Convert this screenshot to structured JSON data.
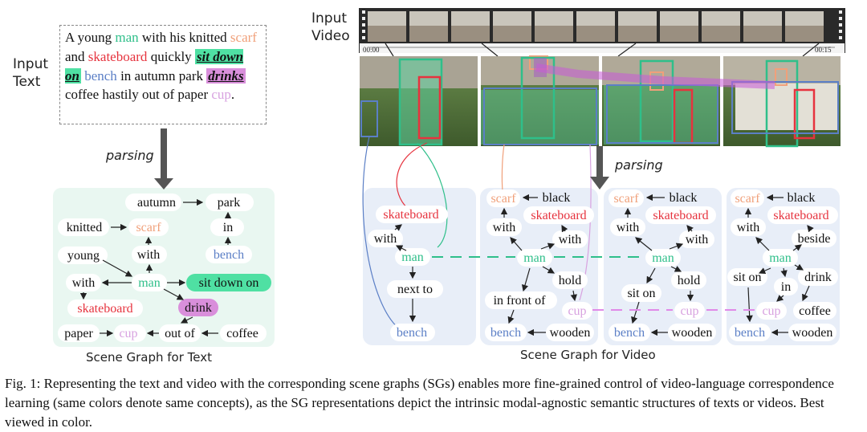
{
  "input_text_label": [
    "Input",
    "Text"
  ],
  "input_video_label": [
    "Input",
    "Video"
  ],
  "sentence": {
    "t1": "A young ",
    "man": "man",
    "t2": " with his knitted ",
    "scarf": "scarf",
    "t3": " and ",
    "skateboard": "skateboard",
    "t4": " quickly ",
    "sit_down_on": "sit down on",
    "t5": " ",
    "bench": "bench",
    "t6": " in autumn park ",
    "drinks": "drinks",
    "t7": " coffee hastily out of paper ",
    "cup": "cup",
    "t8": "."
  },
  "parsing_label_text": "parsing",
  "parsing_label_video": "parsing",
  "timecode_start": "00:00",
  "timecode_end": "00:15",
  "text_graph_nodes": {
    "autumn": "autumn",
    "park": "park",
    "knitted": "knitted",
    "scarf": "scarf",
    "in": "in",
    "young": "young",
    "with1": "with",
    "bench": "bench",
    "with2": "with",
    "man": "man",
    "sit_down_on": "sit down on",
    "skateboard": "skateboard",
    "drink": "drink",
    "paper": "paper",
    "cup": "cup",
    "out_of": "out of",
    "coffee": "coffee"
  },
  "video_graph_1": {
    "skateboard": "skateboard",
    "with": "with",
    "man": "man",
    "next_to": "next to",
    "bench": "bench"
  },
  "video_graph_2": {
    "scarf": "scarf",
    "black": "black",
    "skateboard": "skateboard",
    "with1": "with",
    "with2": "with",
    "man": "man",
    "hold": "hold",
    "in_front_of": "in front of",
    "cup": "cup",
    "bench": "bench",
    "wooden": "wooden"
  },
  "video_graph_3": {
    "scarf": "scarf",
    "black": "black",
    "skateboard": "skateboard",
    "with1": "with",
    "with2": "with",
    "man": "man",
    "sit_on": "sit on",
    "hold": "hold",
    "cup": "cup",
    "bench": "bench",
    "wooden": "wooden"
  },
  "video_graph_4": {
    "scarf": "scarf",
    "black": "black",
    "skateboard": "skateboard",
    "with": "with",
    "beside": "beside",
    "man": "man",
    "sit_on": "sit on",
    "in": "in",
    "drink": "drink",
    "cup": "cup",
    "coffee": "coffee",
    "bench": "bench",
    "wooden": "wooden"
  },
  "sg_text_title": "Scene Graph for Text",
  "sg_video_title": "Scene Graph for Video",
  "figure_caption": "Fig. 1: Representing the text and video with the corresponding scene graphs (SGs) enables more fine-grained control of video-language correspondence learning (same colors denote same concepts), as the SG representations depict the intrinsic modal-agnostic semantic structures of texts or videos. Best viewed in color.",
  "colors": {
    "man": "#2fbf8a",
    "scarf": "#f0a07a",
    "skateboard": "#e6333e",
    "bench": "#5b7fc6",
    "cup": "#d8a2e0",
    "drink": "#d98fdb",
    "sit": "#4fe0a3"
  }
}
